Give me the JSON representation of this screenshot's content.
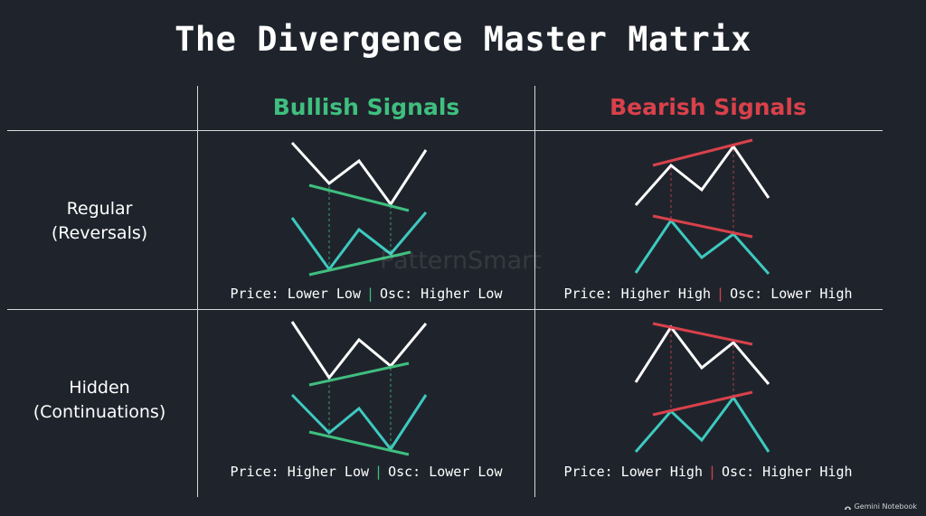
{
  "title": "The Divergence Master Matrix",
  "columns": {
    "bullish": "Bullish Signals",
    "bearish": "Bearish Signals"
  },
  "rows": {
    "regular": {
      "line1": "Regular",
      "line2": "(Reversals)"
    },
    "hidden": {
      "line1": "Hidden",
      "line2": "(Continuations)"
    }
  },
  "cells": {
    "regular_bullish": {
      "price": "Price: Lower Low",
      "osc": "Osc: Higher Low"
    },
    "regular_bearish": {
      "price": "Price: Higher High",
      "osc": "Osc: Lower High"
    },
    "hidden_bullish": {
      "price": "Price: Higher Low",
      "osc": "Osc: Lower Low"
    },
    "hidden_bearish": {
      "price": "Price: Lower High",
      "osc": "Osc: Higher High"
    }
  },
  "separator": "|",
  "watermark": "PatternSmart",
  "footer": "Gemini Notebook",
  "colors": {
    "background": "#1f242c",
    "bullish": "#3fbf7f",
    "bearish": "#d9414b",
    "price_line": "#ffffff",
    "oscillator_line": "#3ec9c0",
    "grid": "#d8d8d8"
  }
}
